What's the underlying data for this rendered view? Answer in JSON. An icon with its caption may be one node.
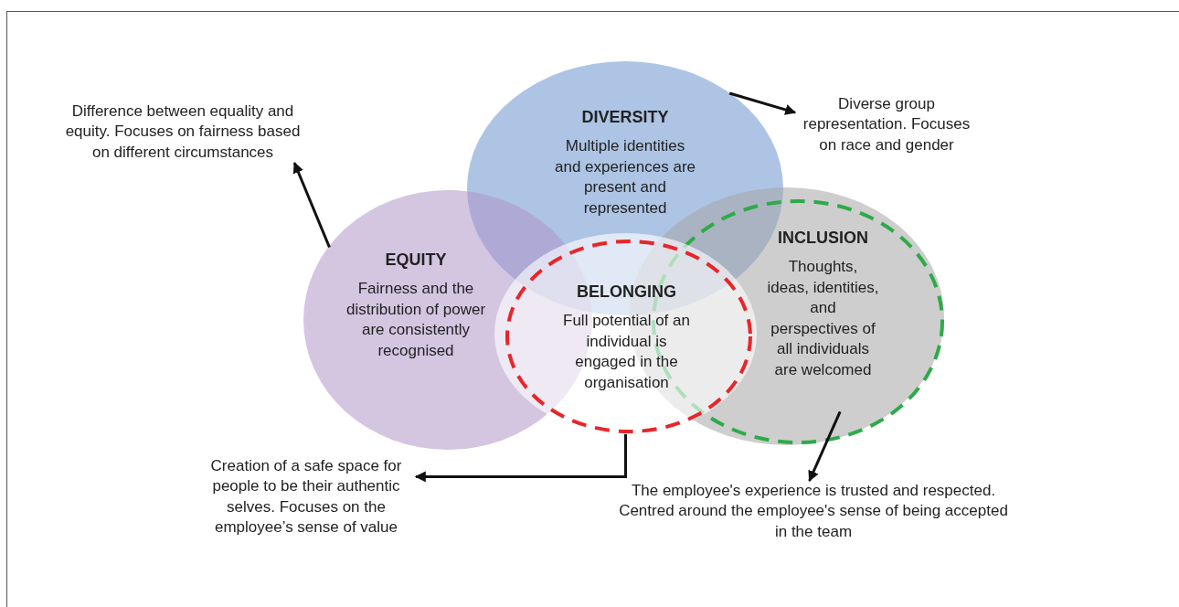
{
  "diagram": {
    "nodes": [
      {
        "text": [
          "DIVERSITY",
          "Multiple identities and experiences are present and represented"
        ]
      },
      {
        "text": [
          "Diverse group representation. Focuses on race and gender"
        ]
      },
      {
        "text": [
          "EQUITY",
          "Fairness and the distribution of power are consistently recognised"
        ]
      },
      {
        "text": [
          "Difference between equality and equity. Focuses on fairness based on different circumstances"
        ]
      },
      {
        "text": [
          "INCLUSION",
          "Thoughts, ideas, identities, and perspectives of all individuals are welcomed"
        ]
      },
      {
        "text": [
          "The employee's experience is trusted and respected. Centred around the employee's sense of being accepted in the team"
        ]
      },
      {
        "text": [
          "BELONGING",
          "Full potential of an individual is engaged in the organisation"
        ]
      },
      {
        "text": [
          "Creation of a safe space for people to be their authentic selves. Focuses on the employee’s sense of value"
        ]
      }
    ],
    "edges": [
      {
        "from": 0,
        "to": 1,
        "arrow": "to"
      },
      {
        "from": 2,
        "to": 3,
        "arrow": "to"
      },
      {
        "from": 4,
        "to": 5,
        "arrow": "to"
      },
      {
        "from": 6,
        "to": 7,
        "arrow": "to"
      }
    ]
  }
}
